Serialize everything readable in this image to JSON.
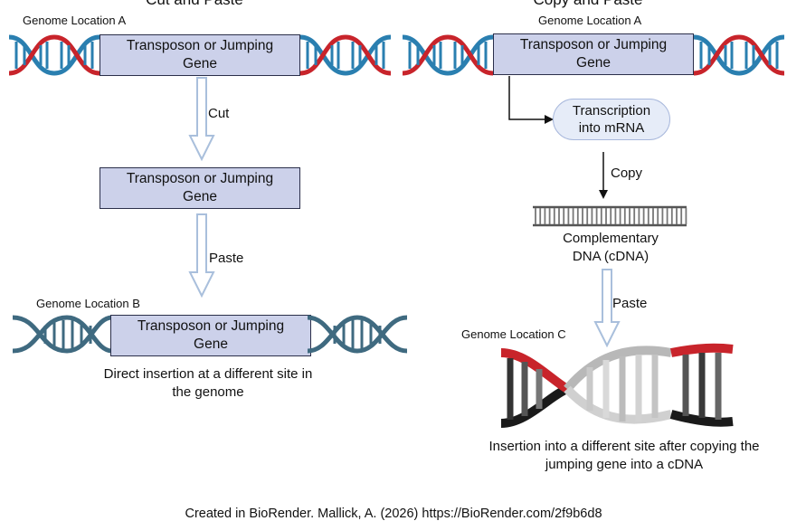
{
  "left": {
    "title": "Cut and Paste",
    "location_a": "Genome Location A",
    "gene_line1": "Transposon or Jumping",
    "gene_line2": "Gene",
    "cut_label": "Cut",
    "paste_label": "Paste",
    "location_b": "Genome Location B",
    "caption_line1": "Direct insertion at a different site in",
    "caption_line2": "the genome",
    "colors": {
      "strand_red": "#c8242b",
      "strand_blue": "#2a7fb0",
      "strand_teal": "#3f6a80",
      "gene_fill": "#ccd1ea"
    }
  },
  "right": {
    "title": "Copy and Paste",
    "location_a": "Genome Location A",
    "gene_line1": "Transposon or Jumping",
    "gene_line2": "Gene",
    "transcription_line1": "Transcription",
    "transcription_line2": "into mRNA",
    "copy_label": "Copy",
    "cdna_line1": "Complementary",
    "cdna_line2": "DNA (cDNA)",
    "paste_label": "Paste",
    "location_c": "Genome Location C",
    "caption_line1": "Insertion into a different site after copying the",
    "caption_line2": "jumping gene into a cDNA"
  },
  "footer": "Created in BioRender. Mallick, A. (2026) https://BioRender.com/2f9b6d8"
}
